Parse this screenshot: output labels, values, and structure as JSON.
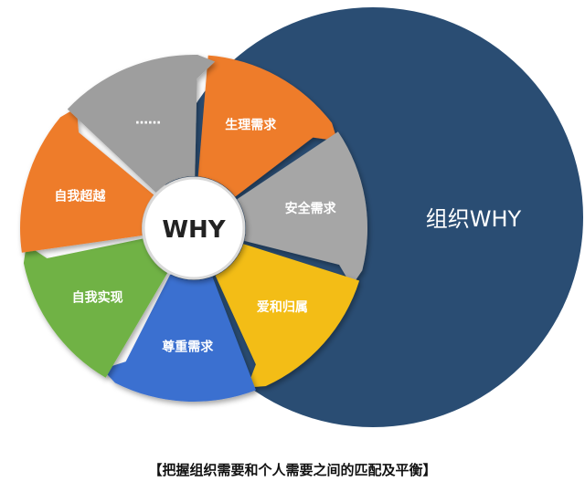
{
  "org_circle": {
    "label": "组织WHY",
    "color": "#2a4d73"
  },
  "center": {
    "label": "WHY"
  },
  "segments": [
    {
      "label": "生理需求",
      "color": "#ee7b2b"
    },
    {
      "label": "安全需求",
      "color": "#a6a6a6"
    },
    {
      "label": "爱和归属",
      "color": "#f3bd17"
    },
    {
      "label": "尊重需求",
      "color": "#3b6fd0"
    },
    {
      "label": "自我实现",
      "color": "#6fb245"
    },
    {
      "label": "自我超越",
      "color": "#ee7b2b"
    },
    {
      "label": "……",
      "color": "#9e9e9e"
    }
  ],
  "caption": "【把握组织需要和个人需要之间的匹配及平衡】"
}
